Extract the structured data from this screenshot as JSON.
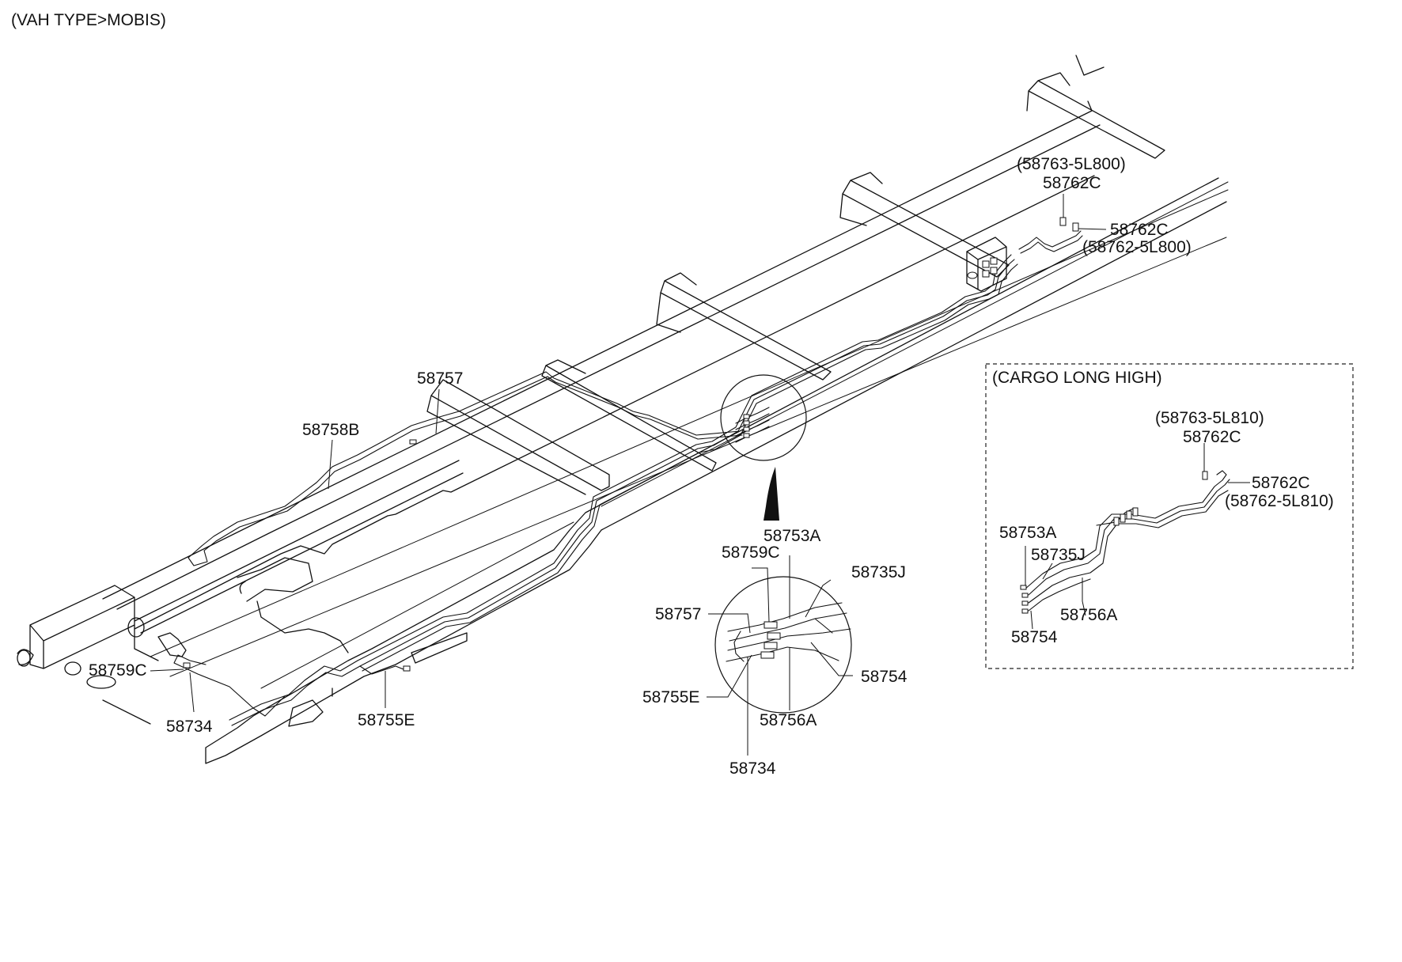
{
  "header": {
    "type_label": "(VAH TYPE>MOBIS)"
  },
  "main_diagram": {
    "labels": {
      "p58757": "58757",
      "p58758B": "58758B",
      "p58759C": "58759C",
      "p58734": "58734",
      "p58755E": "58755E",
      "p58763_ref": "(58763-5L800)",
      "p58762C_top": "58762C",
      "p58762C_right": "58762C",
      "p58762_ref": "(58762-5L800)"
    }
  },
  "detail_view": {
    "labels": {
      "p58753A": "58753A",
      "p58759C": "58759C",
      "p58735J": "58735J",
      "p58757": "58757",
      "p58754": "58754",
      "p58755E": "58755E",
      "p58756A": "58756A",
      "p58734": "58734"
    }
  },
  "inset": {
    "title": "(CARGO LONG HIGH)",
    "labels": {
      "p58763_ref": "(58763-5L810)",
      "p58762C_top": "58762C",
      "p58762C_right": "58762C",
      "p58762_ref": "(58762-5L810)",
      "p58753A": "58753A",
      "p58735J": "58735J",
      "p58756A": "58756A",
      "p58754": "58754"
    }
  }
}
